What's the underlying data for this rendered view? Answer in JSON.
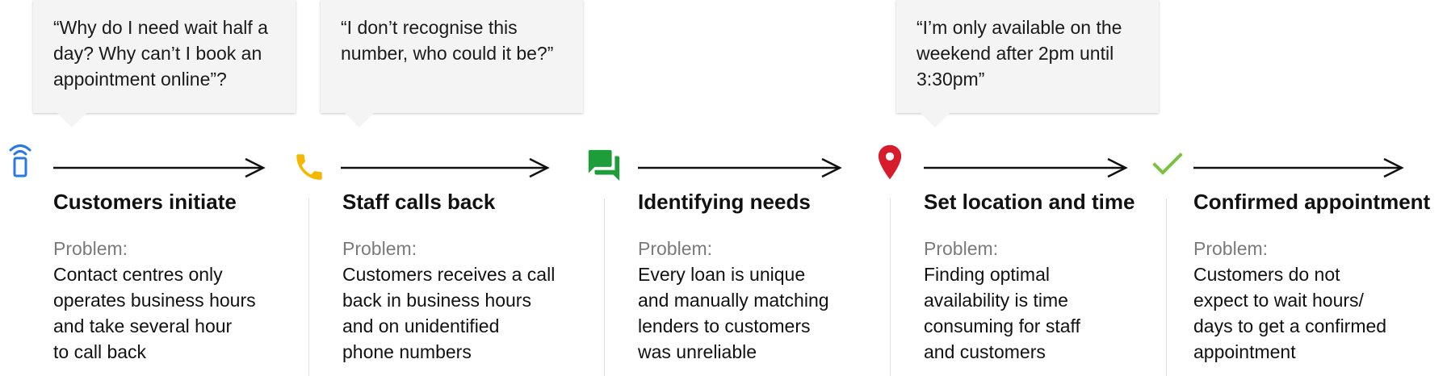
{
  "quotes": [
    "“Why do I need wait half a day? Why can’t I book an appointment online”?",
    "“I don’t recognise this number, who could it be?”",
    "“I’m only available on the weekend after 2pm until 3:30pm”"
  ],
  "problem_label": "Problem:",
  "steps": [
    {
      "title": "Customers initiate",
      "problem": "Contact centres only\noperates business hours\nand take several hour\nto call back",
      "icon": "mobile-signal-icon"
    },
    {
      "title": "Staff calls back",
      "problem": "Customers receives a call\nback in business hours\nand on unidentified\nphone numbers",
      "icon": "phone-icon"
    },
    {
      "title": "Identifying needs",
      "problem": "Every loan is unique\nand manually matching\nlenders to customers\nwas unreliable",
      "icon": "chat-icon"
    },
    {
      "title": "Set location and time",
      "problem": "Finding optimal\navailability is time\nconsuming for staff\nand customers",
      "icon": "location-pin-icon"
    },
    {
      "title": "Confirmed appointment",
      "problem": "Customers do not\nexpect to wait hours/\ndays to get a confirmed\nappointment",
      "icon": "checkmark-icon"
    }
  ],
  "colors": {
    "mobile": "#2979e0",
    "phone": "#f5b800",
    "chat": "#1e9e3a",
    "pin": "#d71c2c",
    "check": "#7cc242",
    "bubble": "#f4f4f4"
  }
}
